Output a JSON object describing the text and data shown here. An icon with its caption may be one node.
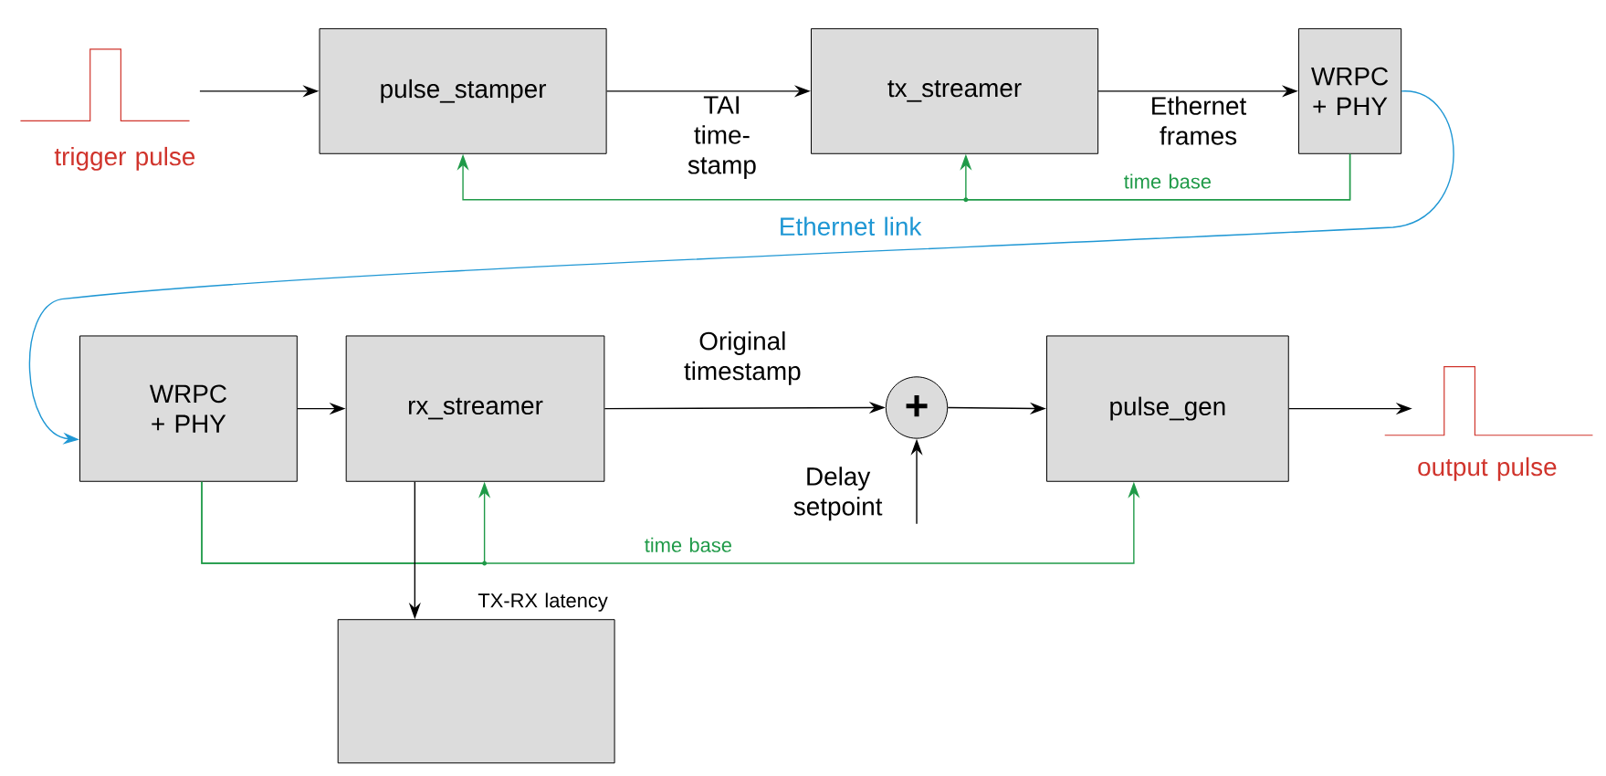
{
  "diagram": {
    "nodes": [
      {
        "text": [
          "trigger pulse"
        ]
      },
      {
        "text": [
          "pulse_stamper"
        ]
      },
      {
        "text": [
          "tx_streamer"
        ]
      },
      {
        "text": [
          "WRPC + PHY"
        ]
      },
      {
        "text": [
          "WRPC + PHY"
        ]
      },
      {
        "text": [
          "rx_streamer"
        ]
      },
      {
        "text": [
          "+"
        ]
      },
      {
        "text": [
          "pulse_gen"
        ]
      },
      {
        "text": [
          "output pulse"
        ]
      },
      {
        "text": [],
        "shape": "box"
      },
      {
        "text": [
          "Delay setpoint"
        ]
      }
    ],
    "edges": [
      {
        "from": 0,
        "to": 1,
        "arrow": "to"
      },
      {
        "from": 1,
        "to": 2,
        "arrow": "to",
        "label": "TAI time-stamp"
      },
      {
        "from": 2,
        "to": 3,
        "arrow": "to",
        "label": "Ethernet frames"
      },
      {
        "from": 3,
        "to": 1,
        "arrow": "to",
        "color": "#1f9a48",
        "label": "time base"
      },
      {
        "from": 3,
        "to": 2,
        "arrow": "to",
        "color": "#1f9a48"
      },
      {
        "from": 3,
        "to": 4,
        "arrow": "to",
        "color": "#1f97d4",
        "label": "Ethernet link"
      },
      {
        "from": 4,
        "to": 5,
        "arrow": "to"
      },
      {
        "from": 5,
        "to": 6,
        "arrow": "to",
        "label": "Original timestamp"
      },
      {
        "from": 10,
        "to": 6,
        "arrow": "to"
      },
      {
        "from": 6,
        "to": 7,
        "arrow": "to"
      },
      {
        "from": 7,
        "to": 8,
        "arrow": "to"
      },
      {
        "from": 4,
        "to": 5,
        "arrow": "to",
        "color": "#1f9a48"
      },
      {
        "from": 4,
        "to": 7,
        "arrow": "to",
        "color": "#1f9a48",
        "label": "time base"
      },
      {
        "from": 5,
        "to": 9,
        "arrow": "to",
        "label": "TX-RX latency"
      }
    ]
  }
}
